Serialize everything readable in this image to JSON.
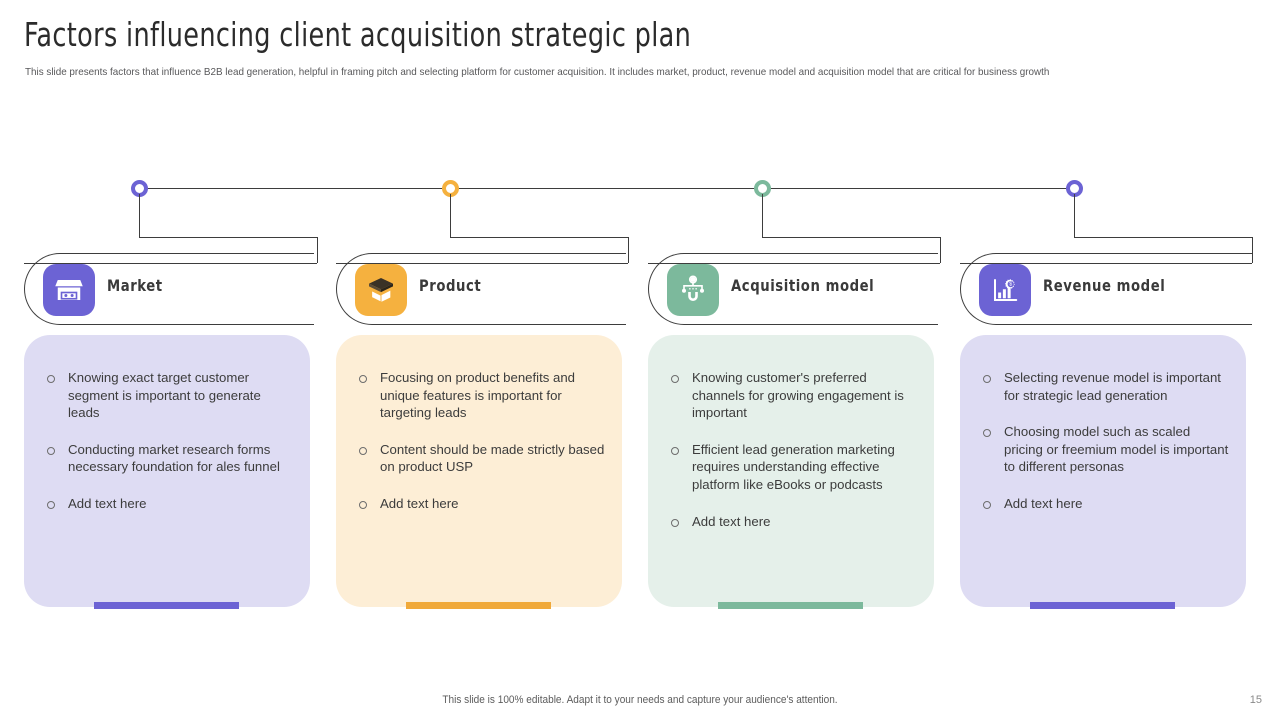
{
  "header": {
    "title": "Factors influencing client acquisition strategic plan",
    "subtitle": "This slide presents factors that influence B2B lead generation, helpful in framing pitch and selecting platform for customer acquisition. It includes market, product, revenue model and acquisition model that are critical for business growth"
  },
  "footer": {
    "note": "This slide is 100% editable. Adapt it to your needs and capture your audience's attention.",
    "page_number": "15"
  },
  "colors": {
    "purple": "#6c63d4",
    "orange": "#f5b13f",
    "green": "#7cb99c",
    "purple_body": "#dedcf3",
    "orange_body": "#fdeed6",
    "green_body": "#e5f0ea",
    "line": "#3d3d3d",
    "text": "#3c3c3c"
  },
  "cards": [
    {
      "id": "market",
      "label": "Market",
      "icon": "storefront-icon",
      "accent": "#6c63d4",
      "icon_bg": "#6c63d4",
      "body_bg": "#dedcf3",
      "dot_color": "#6c63d4",
      "bullets": [
        "Knowing exact target customer segment is important to generate leads",
        "Conducting market research forms necessary foundation for ales funnel",
        "Add text here"
      ]
    },
    {
      "id": "product",
      "label": "Product",
      "icon": "open-box-icon",
      "accent": "#f0a93a",
      "icon_bg": "#f5b13f",
      "body_bg": "#fdeed6",
      "dot_color": "#f5b13f",
      "bullets": [
        "Focusing on product benefits and unique features is important for targeting leads",
        "Content should be made strictly based on product USP",
        "Add text here"
      ]
    },
    {
      "id": "acquisition-model",
      "label": "Acquisition  model",
      "icon": "network-magnet-icon",
      "accent": "#7cb99c",
      "icon_bg": "#7cb99c",
      "body_bg": "#e5f0ea",
      "dot_color": "#7cb99c",
      "bullets": [
        "Knowing customer's preferred channels for growing engagement is important",
        "Efficient lead generation marketing requires understanding effective platform like eBooks or podcasts",
        "Add text here"
      ]
    },
    {
      "id": "revenue-model",
      "label": "Revenue model",
      "icon": "bar-chart-gear-icon",
      "accent": "#6c63d4",
      "icon_bg": "#6c63d4",
      "body_bg": "#dedcf3",
      "dot_color": "#6c63d4",
      "bullets": [
        "Selecting revenue model is important for strategic lead generation",
        "Choosing model such as scaled pricing or freemium model is important to different personas",
        "Add text here"
      ]
    }
  ]
}
